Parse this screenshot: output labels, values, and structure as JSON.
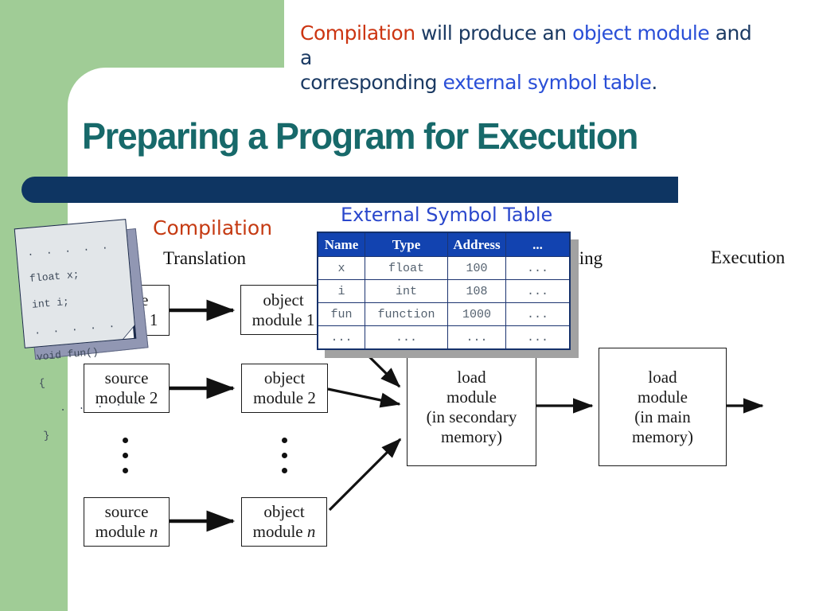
{
  "colors": {
    "background_green": "#a0cc96",
    "title_teal": "#17696a",
    "bar_navy": "#0e3562",
    "accent_red": "#cc3512",
    "accent_blue": "#2a4fd7",
    "table_header_blue": "#1243b0"
  },
  "intro": {
    "seg_compilation": "Compilation",
    "seg_mid1": " will produce an ",
    "seg_object_module": "object module",
    "seg_mid2": " and a",
    "seg_line2_start": "corresponding ",
    "seg_external": "external symbol table",
    "seg_period": "."
  },
  "title": "Preparing a Program for Execution",
  "diagram": {
    "labels": {
      "compilation": "Compilation",
      "translation": "Translation",
      "external_symbol_table": "External Symbol Table",
      "loading_partial": "ading",
      "execution": "Execution"
    },
    "code_note": {
      "line1": ".  .  .  .  .",
      "line2": "float x;",
      "line3": "int i;",
      "line4": ".  .  .  .  .",
      "line5": "void fun()",
      "line6": "{",
      "line7": "   .  .  .  .  .",
      "line8": "}"
    },
    "boxes": {
      "source1": {
        "line1": "source",
        "line2": "module",
        "suffix": "1"
      },
      "object1": {
        "line1": "object",
        "line2": "module",
        "suffix": "1"
      },
      "source2": {
        "line1": "source",
        "line2": "module",
        "suffix": "2"
      },
      "object2": {
        "line1": "object",
        "line2": "module",
        "suffix": "2"
      },
      "sourcen": {
        "line1": "source",
        "line2": "module",
        "suffix": "n"
      },
      "objectn": {
        "line1": "object",
        "line2": "module",
        "suffix": "n"
      },
      "load_secondary": {
        "line1": "load",
        "line2": "module",
        "line3": "(in secondary",
        "line4": "memory)"
      },
      "load_main": {
        "line1": "load",
        "line2": "module",
        "line3": "(in main",
        "line4": "memory)"
      }
    },
    "symbol_table": {
      "columns": [
        "Name",
        "Type",
        "Address",
        "..."
      ],
      "rows": [
        [
          "x",
          "float",
          "100",
          "..."
        ],
        [
          "i",
          "int",
          "108",
          "..."
        ],
        [
          "fun",
          "function",
          "1000",
          "..."
        ],
        [
          "...",
          "...",
          "...",
          "..."
        ]
      ]
    }
  }
}
